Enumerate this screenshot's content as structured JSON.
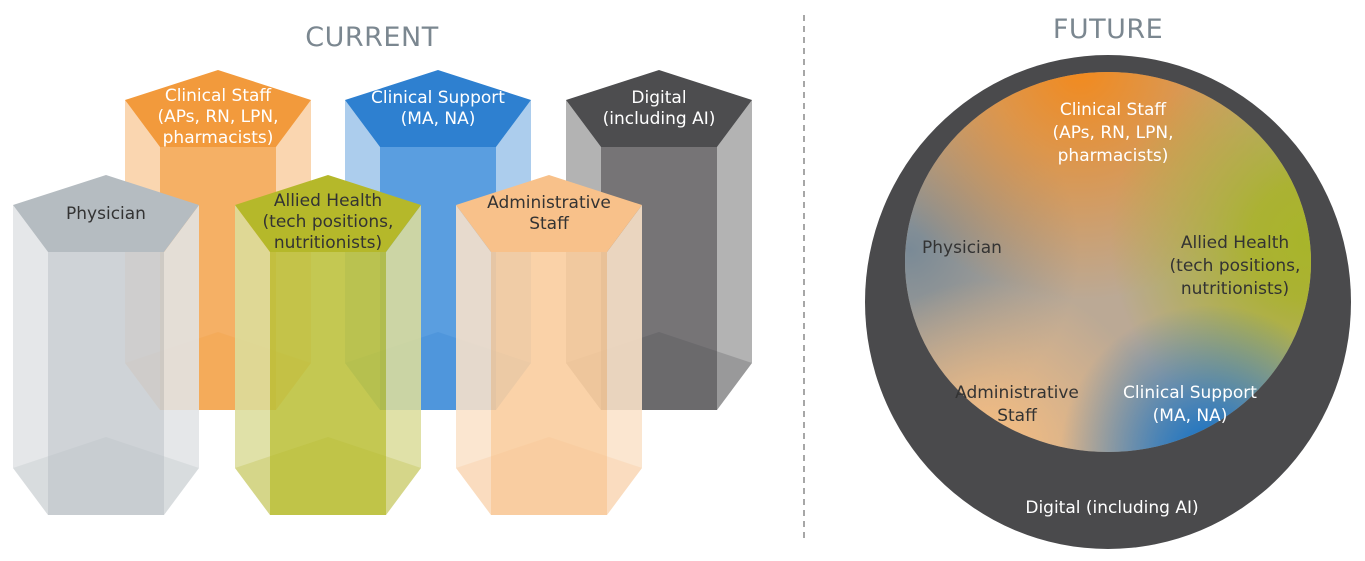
{
  "current": {
    "title": "CURRENT",
    "prisms": [
      {
        "id": "clinical-staff",
        "lines": [
          "Clinical Staff",
          "(APs, RN, LPN,",
          "pharmacists)"
        ],
        "text_color": "#ffffff",
        "top": "#f29a3c",
        "front": "#f4a550",
        "side": "#f9d0a5"
      },
      {
        "id": "clinical-support",
        "lines": [
          "Clinical Support",
          "(MA, NA)"
        ],
        "text_color": "#ffffff",
        "top": "#2e80d0",
        "front": "#4391dc",
        "side": "#a1c6ea"
      },
      {
        "id": "digital",
        "lines": [
          "Digital",
          "(including AI)"
        ],
        "text_color": "#ffffff",
        "top": "#4d4d4f",
        "front": "#636163",
        "side": "#a9a9a9"
      },
      {
        "id": "physician",
        "lines": [
          "Physician"
        ],
        "text_color": "#333333",
        "top": "#b5bcc1",
        "front": "#c8cdd1",
        "side": "#e1e4e6"
      },
      {
        "id": "allied-health",
        "lines": [
          "Allied Health",
          "(tech positions,",
          "nutritionists)"
        ],
        "text_color": "#333333",
        "top": "#b5b82a",
        "front": "#bcc03a",
        "side": "#dcdd9c"
      },
      {
        "id": "administrative-staff",
        "lines": [
          "Administrative",
          "Staff"
        ],
        "text_color": "#333333",
        "top": "#f8c18a",
        "front": "#f9cc9c",
        "side": "#fbe3ca"
      }
    ]
  },
  "future": {
    "title": "FUTURE",
    "ring_label": "Digital (including AI)",
    "ring_color": "#4a4a4c",
    "labels": [
      {
        "id": "clinical-staff",
        "lines": [
          "Clinical Staff",
          "(APs, RN, LPN,",
          "pharmacists)"
        ],
        "text_color": "#ffffff"
      },
      {
        "id": "physician",
        "lines": [
          "Physician"
        ],
        "text_color": "#333333"
      },
      {
        "id": "allied-health",
        "lines": [
          "Allied Health",
          "(tech positions,",
          "nutritionists)"
        ],
        "text_color": "#333333"
      },
      {
        "id": "administrative-staff",
        "lines": [
          "Administrative",
          "Staff"
        ],
        "text_color": "#333333"
      },
      {
        "id": "clinical-support",
        "lines": [
          "Clinical Support",
          "(MA, NA)"
        ],
        "text_color": "#ffffff"
      }
    ]
  }
}
